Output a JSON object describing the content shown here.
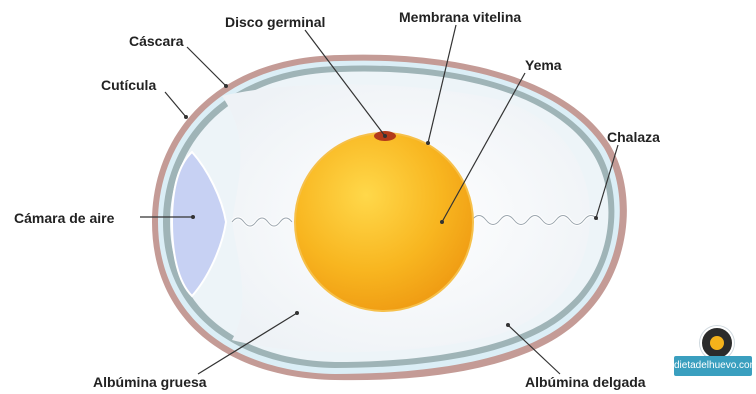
{
  "labels": {
    "disco_germinal": "Disco germinal",
    "membrana_vitelina": "Membrana vitelina",
    "cascara": "Cáscara",
    "cuticula": "Cutícula",
    "yema": "Yema",
    "chalaza": "Chalaza",
    "camara_de_aire": "Cámara de aire",
    "albumina_gruesa": "Albúmina gruesa",
    "albumina_delgada": "Albúmina delgada"
  },
  "watermark": {
    "text": "dietadelhuevo.com",
    "logo_icon": "fried-egg-icon"
  },
  "colors": {
    "shell": "#c49b96",
    "cuticle": "#d7eaf3",
    "thin_albumen": "#eef5f8",
    "air_cell": "#c9d3f4",
    "thick_albumen": "#fafbfc",
    "yolk": "#f7b01c",
    "germinal_disc": "#b33a1a",
    "brand": "#3a9fbf"
  }
}
